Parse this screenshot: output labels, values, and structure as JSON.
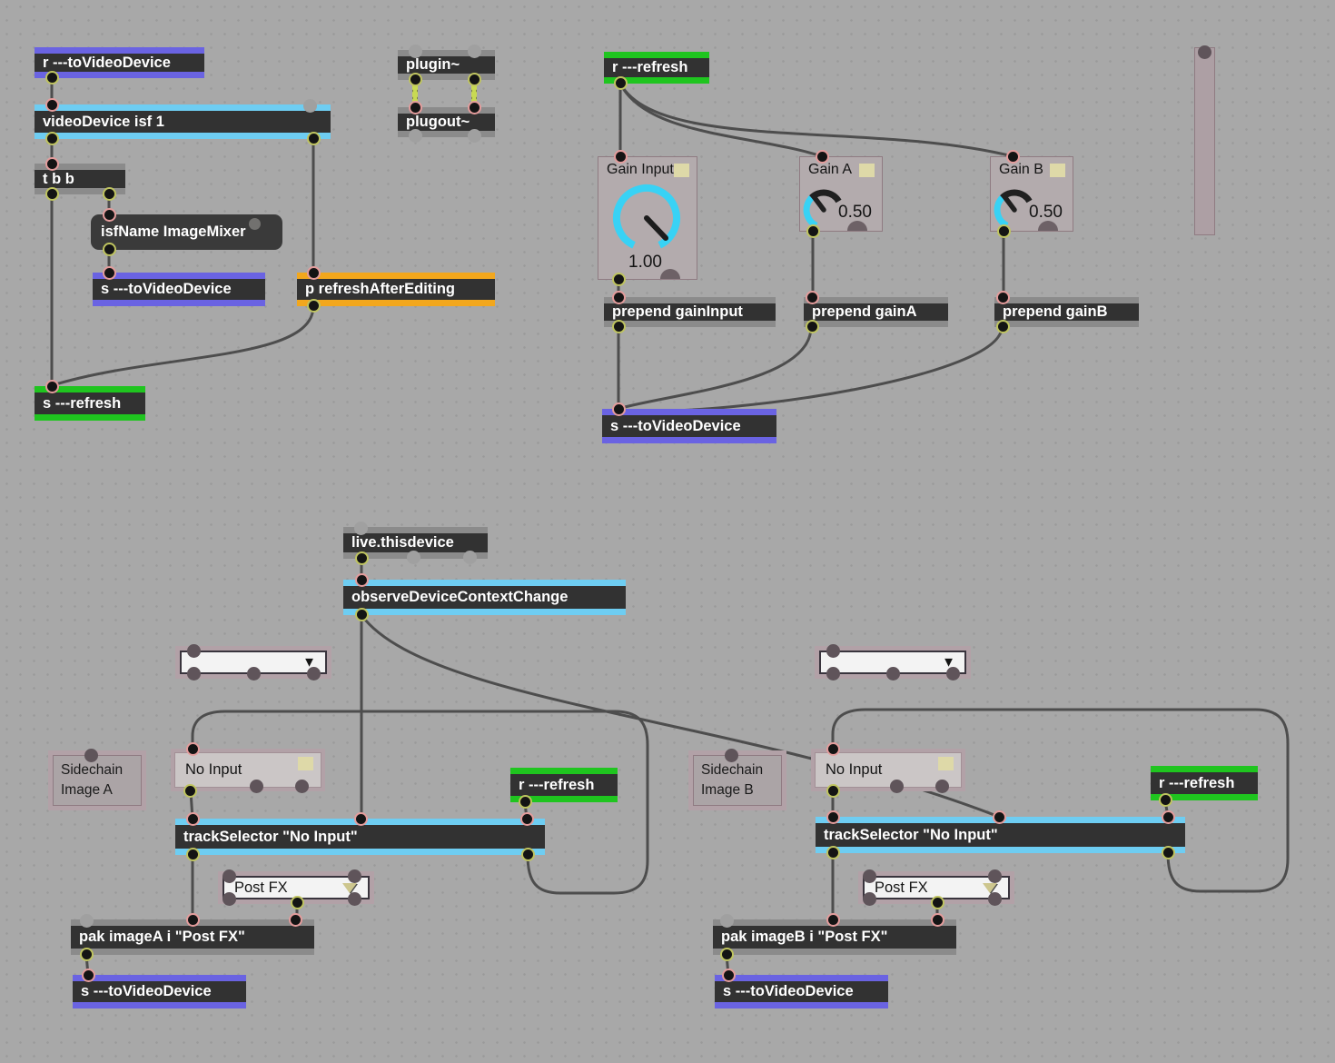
{
  "colors": {
    "canvas_bg": "#a8a8a8",
    "send_receive_purple": "#6a63e2",
    "refresh_green": "#1fc51f",
    "jit_cyan": "#6ecdf2",
    "patcher_orange": "#f2a71d",
    "object_gray": "#8b8b8b",
    "cord_gray": "#4d4d4d",
    "signal_yellow": "#c8da52",
    "frame_mauve": "#b2a1a7",
    "dial_arc_cyan": "#38d2f5",
    "beige_indicator": "#ded9a8"
  },
  "boxes": {
    "r_to_video": {
      "label": "r ---toVideoDevice"
    },
    "video_device": {
      "label": "videoDevice isf 1"
    },
    "tbb": {
      "label": "t b b"
    },
    "isf_name": {
      "label": "isfName ImageMixer"
    },
    "s_to_video_1": {
      "label": "s ---toVideoDevice"
    },
    "p_refresh": {
      "label": "p refreshAfterEditing"
    },
    "s_refresh": {
      "label": "s ---refresh"
    },
    "plugin": {
      "label": "plugin~"
    },
    "plugout": {
      "label": "plugout~"
    },
    "r_refresh_top": {
      "label": "r ---refresh"
    },
    "prepend_gain_input": {
      "label": "prepend gainInput"
    },
    "prepend_gain_a": {
      "label": "prepend gainA"
    },
    "prepend_gain_b": {
      "label": "prepend gainB"
    },
    "s_to_video_2": {
      "label": "s ---toVideoDevice"
    },
    "live_thisdevice": {
      "label": "live.thisdevice"
    },
    "observe": {
      "label": "observeDeviceContextChange"
    },
    "r_refresh_a": {
      "label": "r ---refresh"
    },
    "r_refresh_b": {
      "label": "r ---refresh"
    },
    "track_selector_a": {
      "label": "trackSelector \"No Input\""
    },
    "track_selector_b": {
      "label": "trackSelector \"No Input\""
    },
    "pak_a": {
      "label": "pak imageA i \"Post FX\""
    },
    "pak_b": {
      "label": "pak imageB i \"Post FX\""
    },
    "s_to_video_a": {
      "label": "s ---toVideoDevice"
    },
    "s_to_video_b": {
      "label": "s ---toVideoDevice"
    }
  },
  "dials": {
    "gain_input": {
      "title": "Gain Input",
      "value": "1.00"
    },
    "gain_a": {
      "title": "Gain A",
      "value": "0.50"
    },
    "gain_b": {
      "title": "Gain B",
      "value": "0.50"
    }
  },
  "menus": {
    "no_input_a": {
      "value": "No Input"
    },
    "no_input_b": {
      "value": "No Input"
    },
    "post_fx_a": {
      "value": "Post FX"
    },
    "post_fx_b": {
      "value": "Post FX"
    },
    "umenu_left": {
      "value": ""
    },
    "umenu_right": {
      "value": ""
    }
  },
  "comments": {
    "sidechain_a": {
      "text": "Sidechain Image A"
    },
    "sidechain_b": {
      "text": "Sidechain Image B"
    }
  },
  "glyphs": {
    "dropdown": "▼"
  }
}
